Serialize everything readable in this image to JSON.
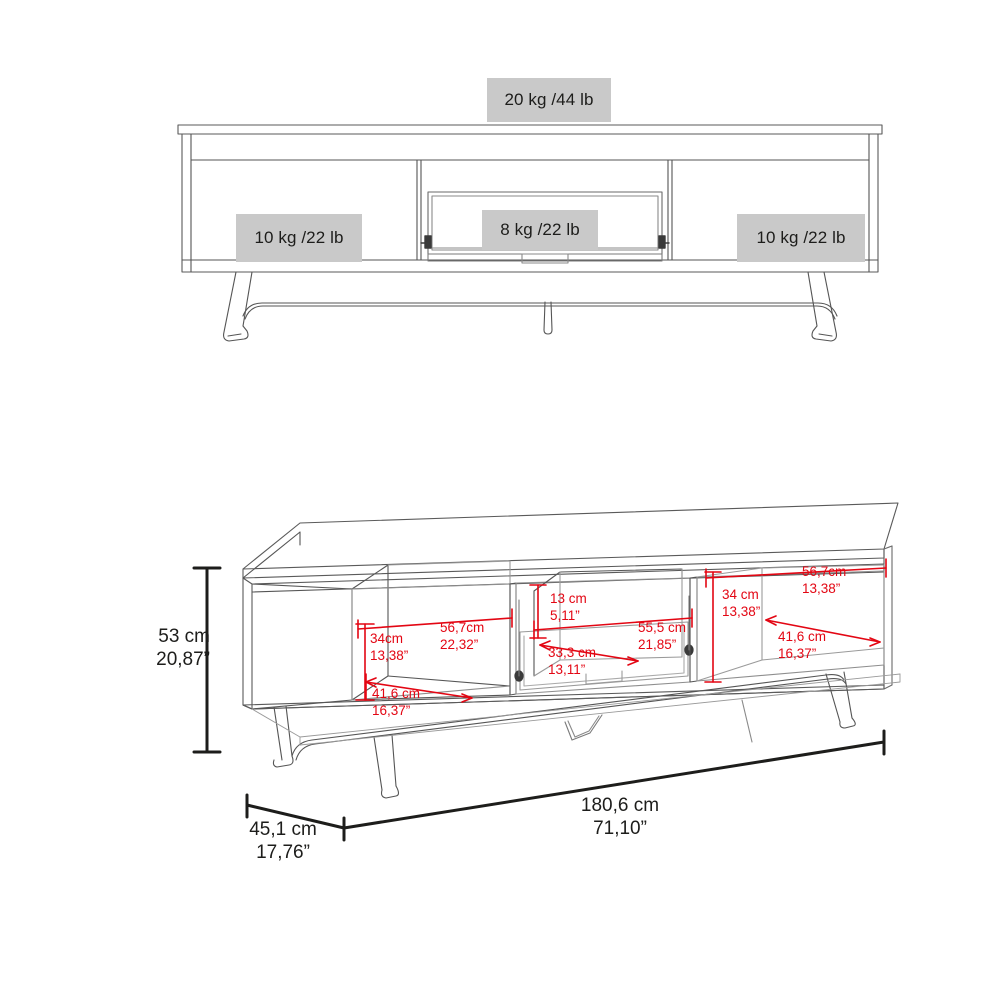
{
  "document": {
    "type": "furniture-dimension-sheet",
    "subject": "TV stand",
    "colors": {
      "outline": "#4a4a4a",
      "dimension_red": "#e30613",
      "dimension_black": "#1d1d1b",
      "callout_background": "#c9c9c9",
      "page_background": "#ffffff"
    }
  },
  "front_view": {
    "name": "front elevation with load capacities",
    "capacities": {
      "top_surface": "20 kg /44 lb",
      "left_compartment": "10 kg /22 lb",
      "center_drawer": "8 kg /22 lb",
      "right_compartment": "10 kg /22 lb"
    }
  },
  "perspective_view": {
    "name": "three quarter perspective with measurements",
    "overall": {
      "height_cm": "53 cm",
      "height_in": "20,87”",
      "depth_cm": "45,1 cm",
      "depth_in": "17,76”",
      "width_cm": "180,6 cm",
      "width_in": "71,10”"
    },
    "left_compartment": {
      "height_cm": "34cm",
      "height_in": "13,38”",
      "width_cm": "56,7cm",
      "width_in": "22,32”",
      "depth_cm": "41,6 cm",
      "depth_in": "16,37”"
    },
    "center_drawer": {
      "height_cm": "13 cm",
      "height_in": "5,11”",
      "width_cm": "55,5 cm",
      "width_in": "21,85”",
      "depth_cm": "33,3 cm",
      "depth_in": "13,11”"
    },
    "right_compartment": {
      "height_cm": "34 cm",
      "height_in": "13,38”",
      "width_cm": "56,7cm",
      "width_in": "13,38”",
      "depth_cm": "41,6 cm",
      "depth_in": "16,37”"
    }
  }
}
